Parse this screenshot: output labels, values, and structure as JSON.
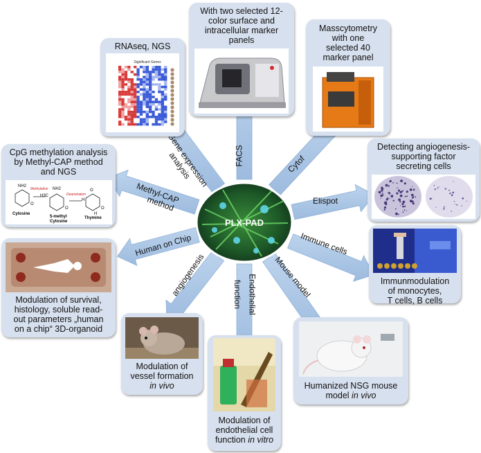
{
  "center": {
    "label": "PLX-PAD"
  },
  "arrows": {
    "facs": "FACS",
    "cytof": "Cytof",
    "elispot": "Elispot",
    "immune": "Immune cells",
    "mouse": "Mouse model",
    "endothelial_1": "Endothelial",
    "endothelial_2": "function",
    "angiogenesis": "angiogenesis",
    "human_chip": "Human on Chip",
    "methyl_1": "Methyl-CAP",
    "methyl_2": "method",
    "gene_1": "Gene expression",
    "gene_2": "analysis"
  },
  "panels": {
    "facs": {
      "lines": [
        "With two selected 12-",
        "color surface and",
        "intracellular marker",
        "panels"
      ]
    },
    "rnaseq": {
      "title": "RNAseq, NGS",
      "heatmap_title": "Significant Genes"
    },
    "masscyto": {
      "lines": [
        "Masscytometry",
        "with one",
        "selected 40",
        "marker panel"
      ]
    },
    "cpg": {
      "lines": [
        "CpG methylation analysis",
        "by Methyl-CAP method",
        "and NGS"
      ],
      "labels": {
        "cytosine": "Cytosine",
        "methylcytosine_1": "5-methyl",
        "methylcytosine_2": "Cytosine",
        "thymine": "Thymine",
        "methylation": "Methylation",
        "deamination": "Deamination",
        "nh2_a": "NH2",
        "nh2_b": "NH2",
        "ch3": "H3C",
        "o_a": "O",
        "o_b": "O",
        "o_c": "O",
        "o_d": "O",
        "h_a": "H",
        "h_b": "H"
      }
    },
    "angio_factor": {
      "lines": [
        "Detecting angiogenesis-",
        "supporting factor",
        "secreting cells"
      ]
    },
    "chip": {
      "lines": [
        "Modulation of survival,",
        "histology, soluble read-",
        "out parameters „human",
        "on a chip“ 3D-organoid"
      ]
    },
    "immuno": {
      "lines": [
        "Immunmodulation",
        "of monocytes,",
        "T cells, B cells"
      ]
    },
    "vessel": {
      "line1": "Modulation of",
      "line2": "vessel formation",
      "line3": "in vivo"
    },
    "nsg": {
      "line1": "Humanized NSG mouse",
      "line2_pre": "model ",
      "line2_it": "in vivo"
    },
    "endo": {
      "line1": "Modulation of",
      "line2": "endothelial cell",
      "line3_pre": "function ",
      "line3_it": "in vitro"
    }
  },
  "colors": {
    "panel": "#d7e0ee",
    "arrow": "#a7c3e3",
    "arrow_edge": "#8fb0d6",
    "center_bg": "#1f4a2c"
  }
}
